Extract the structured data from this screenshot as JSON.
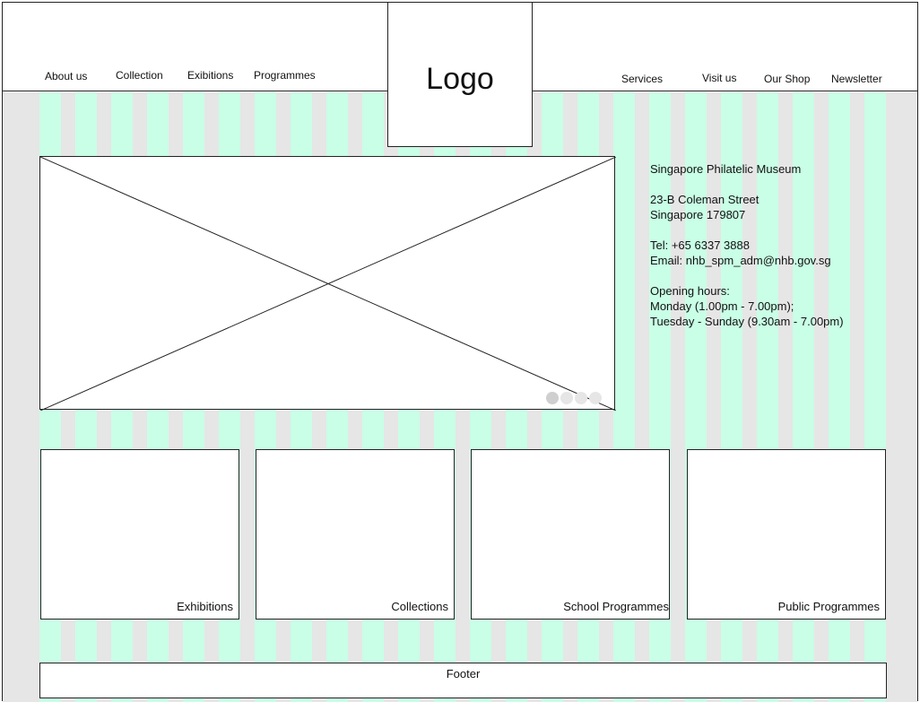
{
  "header": {
    "nav_left": [
      "About us",
      "Collection",
      "Exibitions",
      "Programmes"
    ],
    "logo": "Logo",
    "nav_right": [
      "Services",
      "Visit us",
      "Our Shop",
      "Newsletter"
    ]
  },
  "carousel": {
    "slide_count": 4,
    "active_slide": 1
  },
  "info": {
    "name": "Singapore Philatelic Museum",
    "address_line1": "23-B Coleman Street",
    "address_line2": "Singapore 179807",
    "tel": "Tel: +65 6337 3888",
    "email": "Email: nhb_spm_adm@nhb.gov.sg",
    "hours_title": "Opening hours:",
    "hours_line1": "Monday (1.00pm - 7.00pm);",
    "hours_line2": "Tuesday - Sunday (9.30am - 7.00pm)"
  },
  "cards": [
    {
      "label": "Exhibitions"
    },
    {
      "label": "Collections"
    },
    {
      "label": "School Programmes"
    },
    {
      "label": "Public Programmes"
    }
  ],
  "footer": {
    "label": "Footer"
  },
  "colors": {
    "grid_column": "#c9ffe6",
    "background": "#e6e6e6",
    "border": "#222222"
  }
}
